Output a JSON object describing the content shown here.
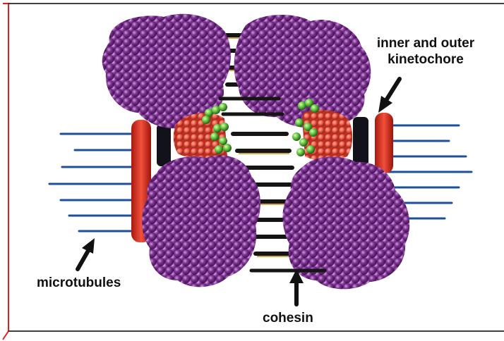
{
  "labels": {
    "kinetochore_line1": "inner and outer",
    "kinetochore_line2": "kinetochore",
    "microtubules": "microtubules",
    "cohesin": "cohesin"
  },
  "colors": {
    "chromatin_purple": "#7a2a8e",
    "chromatin_highlight": "#c98be0",
    "outer_kinetochore_red": "#e53a2a",
    "inner_kinetochore_salmon": "#f26a5a",
    "cohesin_black": "#151515",
    "cohesin_gold": "#d4a84a",
    "kinetochore_green": "#5fbf3a",
    "microtubule_blue": "#1d4f9a",
    "arrow_black": "#111111",
    "frame_red": "#e02020"
  }
}
